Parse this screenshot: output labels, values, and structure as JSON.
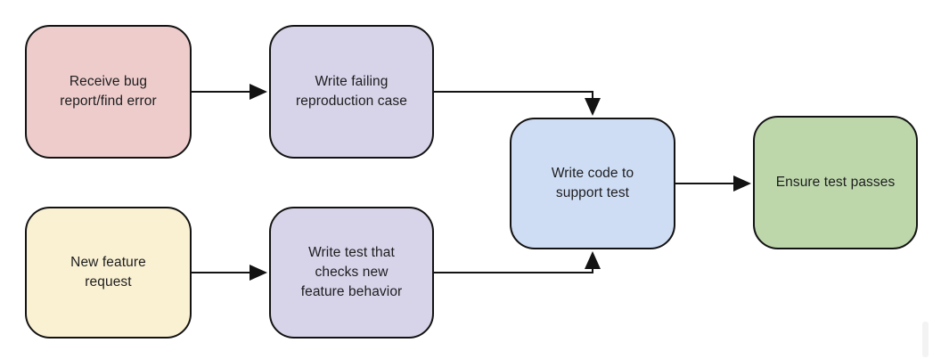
{
  "canvas": {
    "background": "#ffffff",
    "stroke_color": "#131313",
    "text_color": "#1d1d1f"
  },
  "nodes": [
    {
      "id": "receive-bug-report",
      "label": "Receive bug\nreport/find error",
      "fill": "#edcccb"
    },
    {
      "id": "write-failing-reproduction",
      "label": "Write failing\nreproduction case",
      "fill": "#d7d3e8"
    },
    {
      "id": "new-feature-request",
      "label": "New feature\nrequest",
      "fill": "#faf1d3"
    },
    {
      "id": "write-test-checks-feature",
      "label": "Write test that\nchecks new\nfeature behavior",
      "fill": "#d7d3e8"
    },
    {
      "id": "write-code-support-test",
      "label": "Write code to\nsupport test",
      "fill": "#cfddf4"
    },
    {
      "id": "ensure-test-passes",
      "label": "Ensure test passes",
      "fill": "#bdd7ab"
    }
  ],
  "edges": [
    {
      "from": "receive-bug-report",
      "to": "write-failing-reproduction"
    },
    {
      "from": "write-failing-reproduction",
      "to": "write-code-support-test"
    },
    {
      "from": "new-feature-request",
      "to": "write-test-checks-feature"
    },
    {
      "from": "write-test-checks-feature",
      "to": "write-code-support-test"
    },
    {
      "from": "write-code-support-test",
      "to": "ensure-test-passes"
    }
  ]
}
